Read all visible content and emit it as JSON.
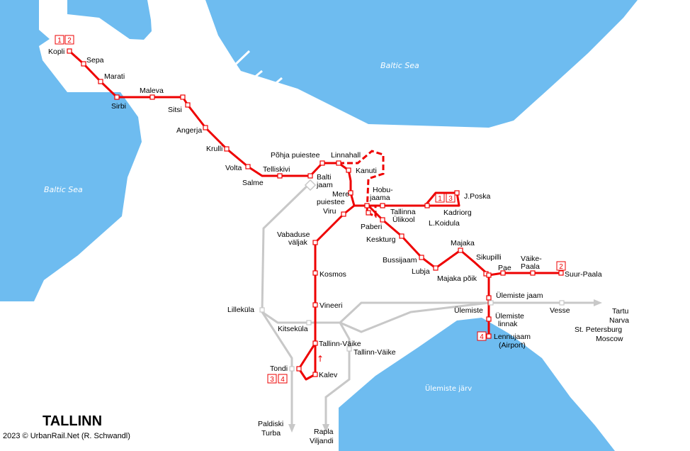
{
  "title": "TALLINN",
  "credit": "2023 © UrbanRail.Net (R. Schwandl)",
  "colors": {
    "water": "#6ebcf0",
    "tram": "#ee0000",
    "rail": "#c8c8c8",
    "stop_fill": "#ffffff"
  },
  "water_labels": [
    "Baltic Sea",
    "Baltic Sea",
    "Ülemiste järv"
  ],
  "route_badges": [
    {
      "id": "kopli-1",
      "text": "1"
    },
    {
      "id": "kopli-2",
      "text": "2"
    },
    {
      "id": "poska-1",
      "text": "1"
    },
    {
      "id": "poska-3",
      "text": "3"
    },
    {
      "id": "suur-2",
      "text": "2"
    },
    {
      "id": "airport-4",
      "text": "4"
    },
    {
      "id": "tondi-3",
      "text": "3"
    },
    {
      "id": "tondi-4",
      "text": "4"
    }
  ],
  "tram_stops": [
    "Kopli",
    "Sepa",
    "Marati",
    "Sirbi",
    "Maleva",
    "Sitsi",
    "Angerja",
    "Krulli",
    "Volta",
    "Salme",
    "Telliskivi",
    "Balti jaam",
    "Põhja puiestee",
    "Linnahall",
    "Kanuti",
    "Mere puiestee",
    "Hobujaama",
    "Viru",
    "Tallinna Ülikool",
    "J.Poska",
    "Kadriorg",
    "L.Koidula",
    "Paberi",
    "Keskturg",
    "Bussijaam",
    "Lubja",
    "Majaka",
    "Majaka põik",
    "Sikupilli",
    "Pae",
    "Väike-Paala",
    "Suur-Paala",
    "Ülemiste jaam",
    "Ülemiste linnak",
    "Lennujaam (Airport)",
    "Vabaduse väljak",
    "Kosmos",
    "Vineeri",
    "Tallinn-Väike",
    "Kalev",
    "Tondi"
  ],
  "rail_labels": [
    "Ülemiste",
    "Vesse",
    "Lilleküla",
    "Kitseküla",
    "Tallinn-Väike",
    "Tartu",
    "Narva",
    "St. Petersburg",
    "Moscow",
    "Paldiski",
    "Turba",
    "Rapla",
    "Viljandi"
  ],
  "labels": [
    {
      "id": "kopli",
      "text": "Kopli"
    },
    {
      "id": "sepa",
      "text": "Sepa"
    },
    {
      "id": "marati",
      "text": "Marati"
    },
    {
      "id": "sirbi",
      "text": "Sirbi"
    },
    {
      "id": "maleva",
      "text": "Maleva"
    },
    {
      "id": "sitsi",
      "text": "Sitsi"
    },
    {
      "id": "angerja",
      "text": "Angerja"
    },
    {
      "id": "krulli",
      "text": "Krulli"
    },
    {
      "id": "volta",
      "text": "Volta"
    },
    {
      "id": "salme",
      "text": "Salme"
    },
    {
      "id": "telliskivi",
      "text": "Telliskivi"
    },
    {
      "id": "balti-1",
      "text": "Balti"
    },
    {
      "id": "balti-2",
      "text": "jaam"
    },
    {
      "id": "pohja",
      "text": "Põhja puiestee"
    },
    {
      "id": "linnahall",
      "text": "Linnahall"
    },
    {
      "id": "kanuti",
      "text": "Kanuti"
    },
    {
      "id": "mere-1",
      "text": "Mere"
    },
    {
      "id": "mere-2",
      "text": "puiestee"
    },
    {
      "id": "hobu-1",
      "text": "Hobu-"
    },
    {
      "id": "hobu-2",
      "text": "jaama"
    },
    {
      "id": "viru",
      "text": "Viru"
    },
    {
      "id": "tlu-1",
      "text": "Tallinna"
    },
    {
      "id": "tlu-2",
      "text": "Ülikool"
    },
    {
      "id": "poska",
      "text": "J.Poska"
    },
    {
      "id": "kadriorg",
      "text": "Kadriorg"
    },
    {
      "id": "koidula",
      "text": "L.Koidula"
    },
    {
      "id": "paberi",
      "text": "Paberi"
    },
    {
      "id": "keskturg",
      "text": "Keskturg"
    },
    {
      "id": "bussijaam",
      "text": "Bussijaam"
    },
    {
      "id": "lubja",
      "text": "Lubja"
    },
    {
      "id": "majaka",
      "text": "Majaka"
    },
    {
      "id": "majakapoik",
      "text": "Majaka põik"
    },
    {
      "id": "sikupilli",
      "text": "Sikupilli"
    },
    {
      "id": "pae",
      "text": "Pae"
    },
    {
      "id": "vaike-1",
      "text": "Väike-"
    },
    {
      "id": "vaike-2",
      "text": "Paala"
    },
    {
      "id": "suur",
      "text": "Suur-Paala"
    },
    {
      "id": "ulemistejaam",
      "text": "Ülemiste jaam"
    },
    {
      "id": "ulemiste",
      "text": "Ülemiste"
    },
    {
      "id": "linnak-1",
      "text": "Ülemiste"
    },
    {
      "id": "linnak-2",
      "text": "linnak"
    },
    {
      "id": "lennu-1",
      "text": "Lennujaam"
    },
    {
      "id": "lennu-2",
      "text": "(Airport)"
    },
    {
      "id": "vesse",
      "text": "Vesse"
    },
    {
      "id": "tartu",
      "text": "Tartu"
    },
    {
      "id": "narva",
      "text": "Narva"
    },
    {
      "id": "stpete",
      "text": "St. Petersburg"
    },
    {
      "id": "moscow",
      "text": "Moscow"
    },
    {
      "id": "vabaduse-1",
      "text": "Vabaduse"
    },
    {
      "id": "vabaduse-2",
      "text": "väljak"
    },
    {
      "id": "kosmos",
      "text": "Kosmos"
    },
    {
      "id": "vineeri",
      "text": "Vineeri"
    },
    {
      "id": "lillekula",
      "text": "Lilleküla"
    },
    {
      "id": "kitsekula",
      "text": "Kitseküla"
    },
    {
      "id": "tvaike-tram",
      "text": "Tallinn-Väike"
    },
    {
      "id": "tvaike-rail",
      "text": "Tallinn-Väike"
    },
    {
      "id": "kalev",
      "text": "Kalev"
    },
    {
      "id": "tondi",
      "text": "Tondi"
    },
    {
      "id": "paldiski",
      "text": "Paldiski"
    },
    {
      "id": "turba",
      "text": "Turba"
    },
    {
      "id": "rapla",
      "text": "Rapla"
    },
    {
      "id": "viljandi",
      "text": "Viljandi"
    }
  ]
}
